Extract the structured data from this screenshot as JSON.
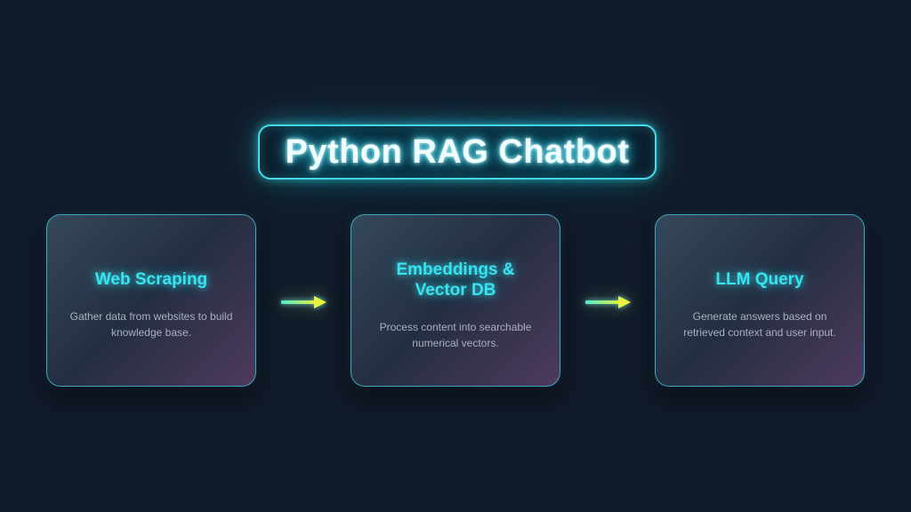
{
  "diagram": {
    "title": "Python RAG Chatbot",
    "cards": [
      {
        "id": "web-scraping",
        "title_lines": [
          "Web Scraping"
        ],
        "desc_lines": [
          "Gather data from websites to build",
          "knowledge base."
        ]
      },
      {
        "id": "embeddings-vector-db",
        "title_lines": [
          "Embeddings &",
          "Vector DB"
        ],
        "desc_lines": [
          "Process content into searchable",
          "numerical vectors."
        ]
      },
      {
        "id": "llm-query",
        "title_lines": [
          "LLM Query"
        ],
        "desc_lines": [
          "Generate answers based on",
          "retrieved context and user input."
        ]
      }
    ],
    "connectors": [
      {
        "from": "web-scraping",
        "to": "embeddings-vector-db",
        "icon": "right-arrow-icon"
      },
      {
        "from": "embeddings-vector-db",
        "to": "llm-query",
        "icon": "right-arrow-icon"
      }
    ],
    "colors": {
      "background": "#111a29",
      "neon_cyan": "#3fe3f2",
      "banner_fill": "#0c1523",
      "card_border": "#3ec6d8",
      "card_gradient_start": "#35495b",
      "card_gradient_mid": "#242e42",
      "card_gradient_end": "#4e3a5d",
      "card_title": "#38e4f0",
      "card_description": "#a9b1bd",
      "arrow_start": "#52e9cf",
      "arrow_end": "#eaf23c"
    }
  }
}
